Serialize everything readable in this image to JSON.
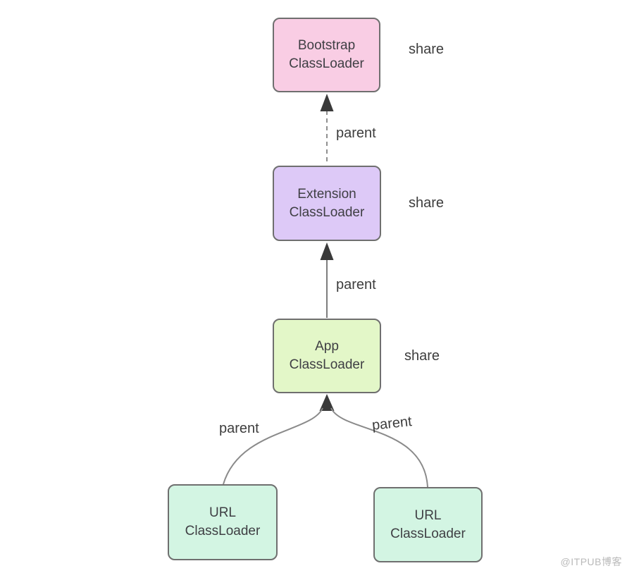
{
  "diagram": {
    "title_hint": "Java ClassLoader parent-delegation hierarchy",
    "nodes": {
      "bootstrap": {
        "line1": "Bootstrap",
        "line2": "ClassLoader",
        "fill": "#f9cde4"
      },
      "extension": {
        "line1": "Extension",
        "line2": "ClassLoader",
        "fill": "#ddc9f7"
      },
      "app": {
        "line1": "App",
        "line2": "ClassLoader",
        "fill": "#e3f7c8"
      },
      "url_left": {
        "line1": "URL",
        "line2": "ClassLoader",
        "fill": "#d3f5e3"
      },
      "url_right": {
        "line1": "URL",
        "line2": "ClassLoader",
        "fill": "#d3f5e3"
      }
    },
    "share_labels": [
      "share",
      "share",
      "share"
    ],
    "parent_labels": [
      "parent",
      "parent",
      "parent",
      "parent"
    ],
    "colors": {
      "node_border": "#6f6f6f",
      "arrow": "#3a3a3a",
      "line": "#8a8a8a",
      "text": "#3f3f44"
    }
  },
  "watermark": {
    "text": "@ITPUB博客"
  }
}
